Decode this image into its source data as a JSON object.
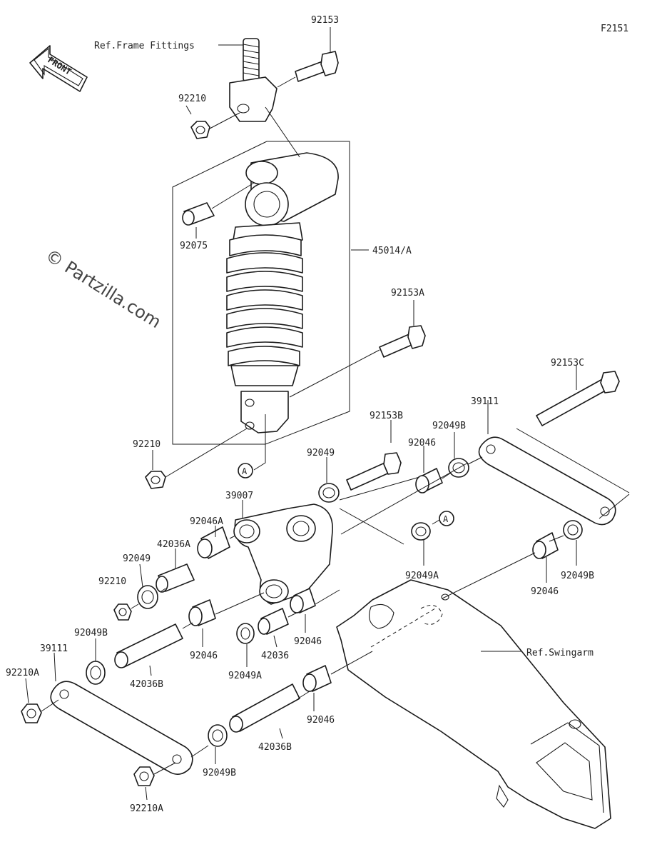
{
  "figure_code": "F2151",
  "watermark": "© Partzilla.com",
  "front_label": "FRONT",
  "refs": {
    "frame": "Ref.Frame Fittings",
    "swingarm": "Ref.Swingarm",
    "circle_a": "A"
  },
  "labels": {
    "p92153": "92153",
    "p92210_top": "92210",
    "p92075": "92075",
    "p45014": "45014/A",
    "p92153A": "92153A",
    "p92153C": "92153C",
    "p92210_mid": "92210",
    "p39111_r": "39111",
    "p92153B": "92153B",
    "p92049B_r": "92049B",
    "p92046_top": "92046",
    "p92049_top": "92049",
    "p39007": "39007",
    "p92046A": "92046A",
    "p42036A": "42036A",
    "p92049_l": "92049",
    "p92210_l": "92210",
    "p92049A_r": "92049A",
    "p92046_r": "92046",
    "p92049B_rr": "92049B",
    "p92049B_l": "92049B",
    "p39111_l": "39111",
    "p92210A_l": "92210A",
    "p92046_m1": "92046",
    "p42036B_l": "42036B",
    "p92049A_m": "92049A",
    "p42036": "42036",
    "p92046_m2": "92046",
    "p92046_m3": "92046",
    "p42036B_m": "42036B",
    "p92049B_b": "92049B",
    "p92210A_b": "92210A"
  }
}
